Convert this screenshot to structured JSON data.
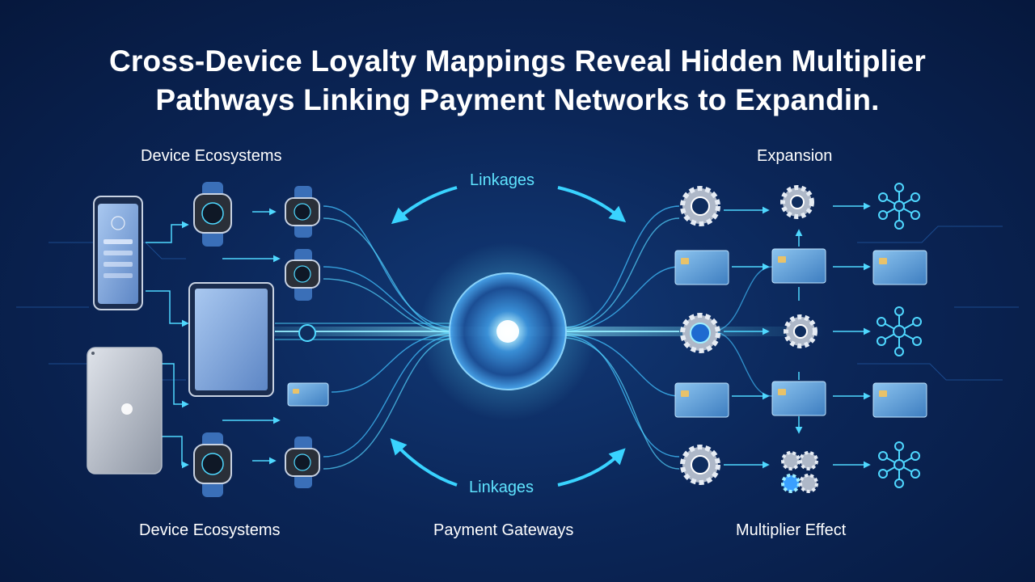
{
  "title": {
    "line1": "Cross-Device Loyalty Mappings Reveal Hidden Multiplier",
    "line2": "Pathways Linking Payment Networks to Expandin."
  },
  "labels": {
    "device_ecosystems_top": "Device Ecosystems",
    "expansion": "Expansion",
    "linkages_top": "Linkages",
    "linkages_bottom": "Linkages",
    "device_ecosystems_bottom": "Device Ecosystems",
    "payment_gateways": "Payment Gateways",
    "multiplier_effect": "Multiplier Effect"
  },
  "colors": {
    "background": "#0b2658",
    "glow": "#4fd8ff",
    "accent": "#1e9bff",
    "card": "#6aaee0",
    "device": "#3a6fb8"
  },
  "icons": [
    "smartphone-icon",
    "tablet-icon",
    "smartwatch-icon",
    "payment-card-icon",
    "gear-icon",
    "network-hub-icon",
    "central-orb-icon"
  ]
}
